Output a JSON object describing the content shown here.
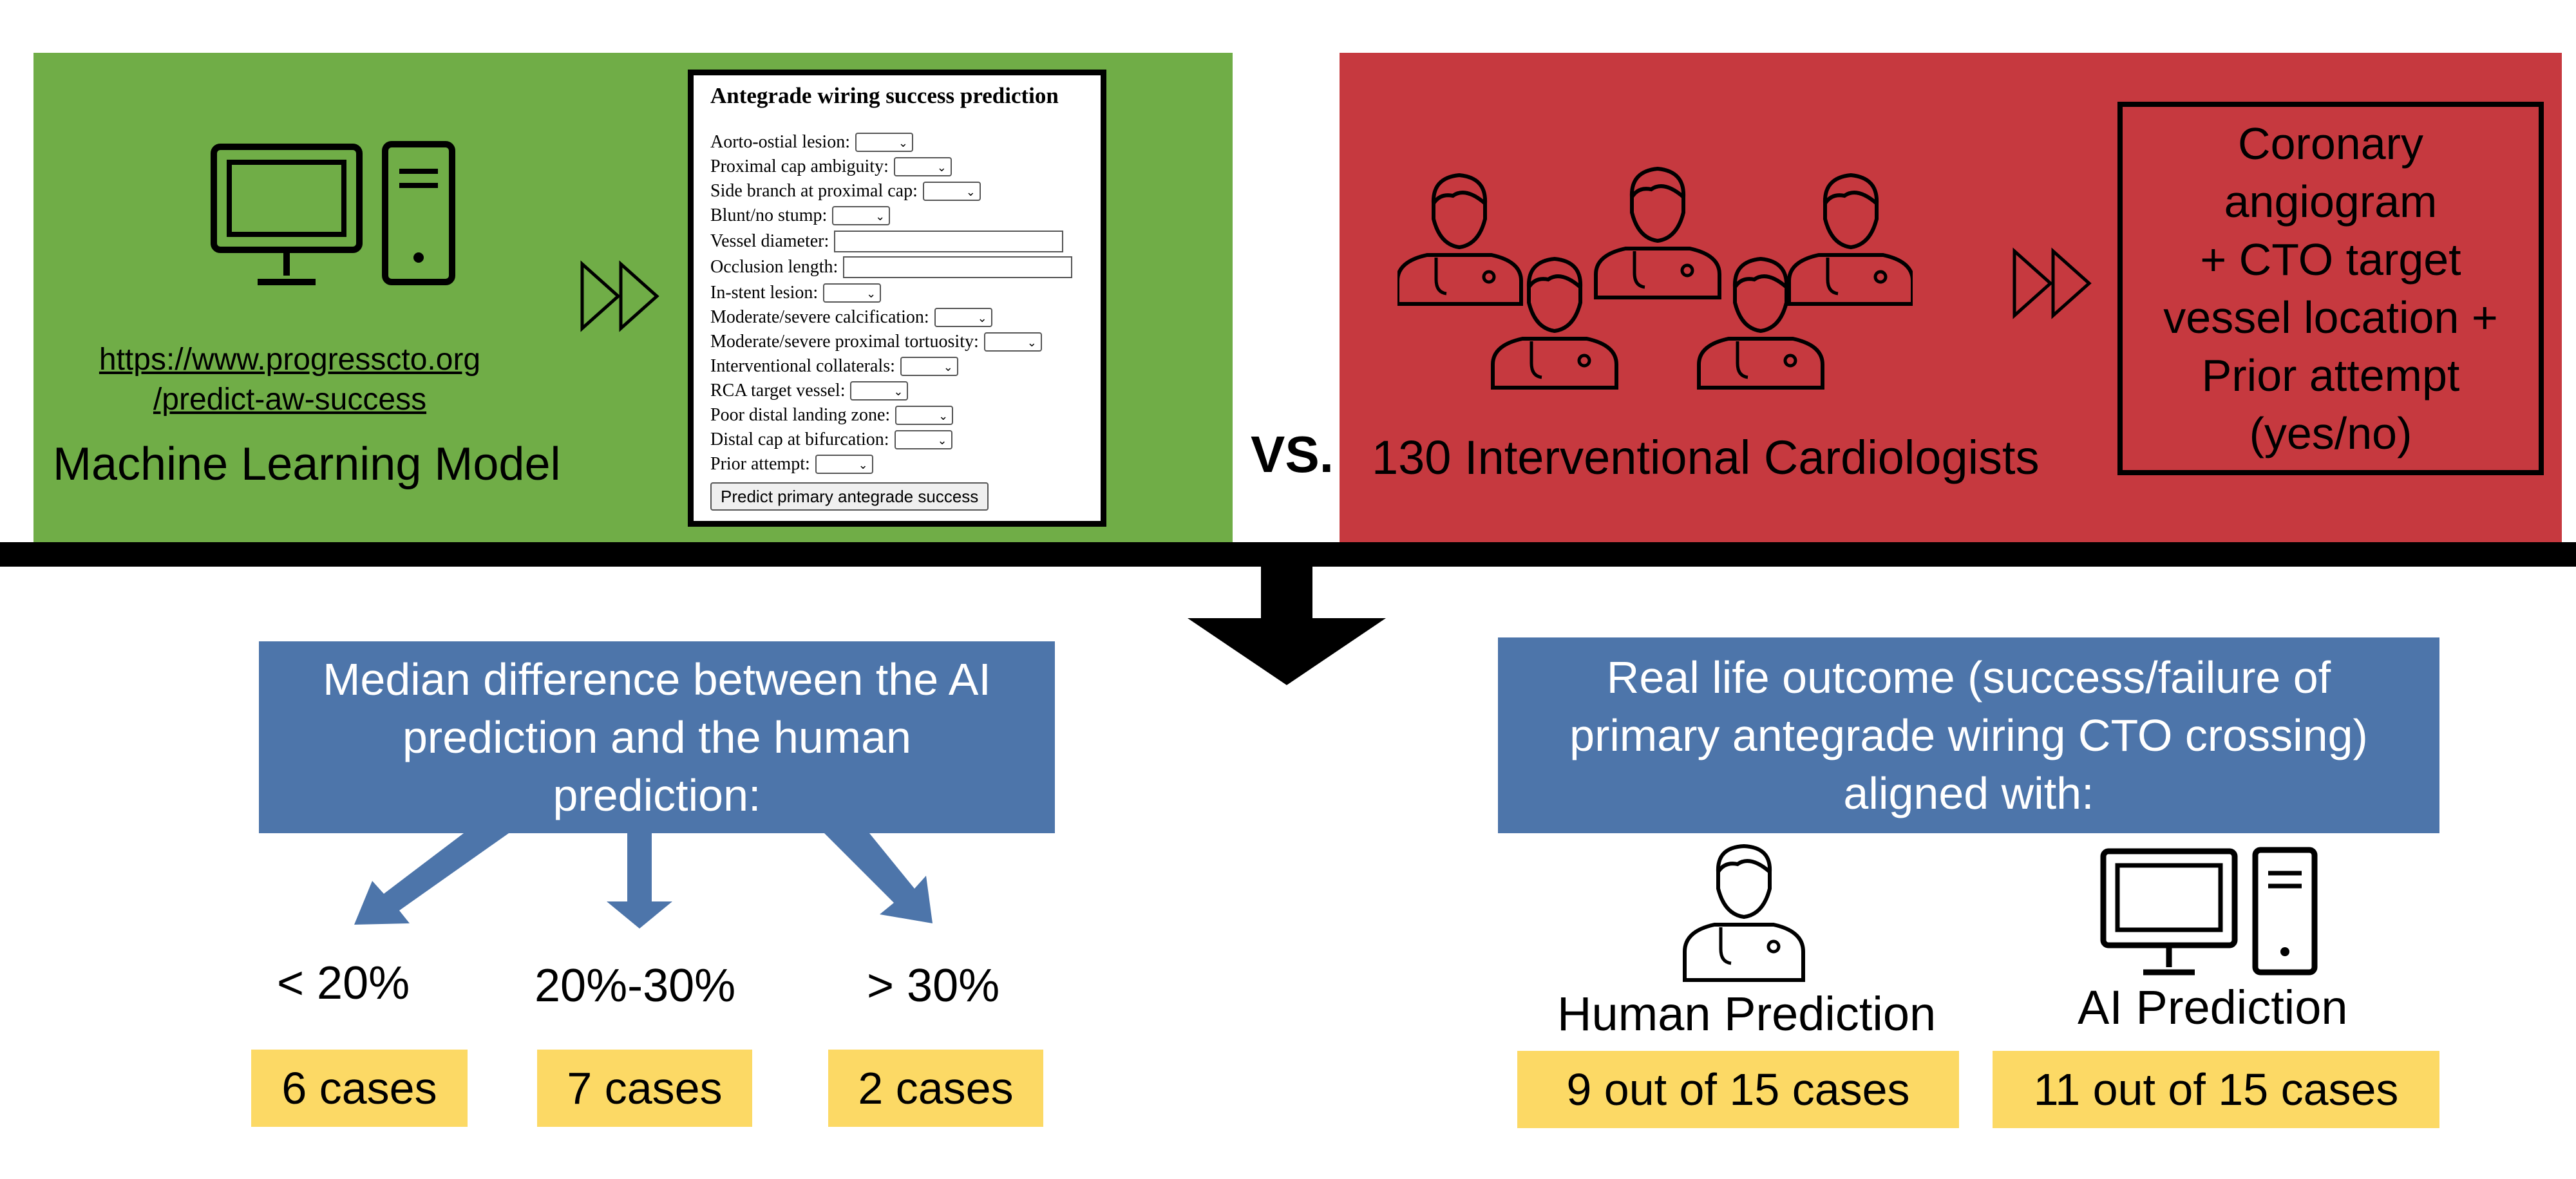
{
  "ml_panel": {
    "url_line1": "https://www.progresscto.org",
    "url_line2": "/predict-aw-success",
    "label": "Machine Learning Model",
    "color": "#70ad47"
  },
  "form": {
    "title": "Antegrade wiring success prediction",
    "fields": [
      {
        "label": "Aorto-ostial lesion:",
        "type": "select"
      },
      {
        "label": "Proximal cap ambiguity:",
        "type": "select"
      },
      {
        "label": "Side branch at proximal cap:",
        "type": "select"
      },
      {
        "label": "Blunt/no stump:",
        "type": "select"
      },
      {
        "label": "Vessel diameter:",
        "type": "text"
      },
      {
        "label": "Occlusion length:",
        "type": "text"
      },
      {
        "label": "In-stent lesion:",
        "type": "select"
      },
      {
        "label": "Moderate/severe calcification:",
        "type": "select"
      },
      {
        "label": "Moderate/severe proximal tortuosity:",
        "type": "select"
      },
      {
        "label": "Interventional collaterals:",
        "type": "select"
      },
      {
        "label": "RCA target vessel:",
        "type": "select"
      },
      {
        "label": "Poor distal landing zone:",
        "type": "select"
      },
      {
        "label": "Distal cap at bifurcation:",
        "type": "select"
      },
      {
        "label": "Prior attempt:",
        "type": "select"
      }
    ],
    "button_label": "Predict primary antegrade success"
  },
  "vs_label": "VS.",
  "cardio_panel": {
    "label": "130 Interventional Cardiologists",
    "box_lines": [
      "Coronary",
      "angiogram",
      "+ CTO target",
      "vessel location +",
      "Prior attempt",
      "(yes/no)"
    ],
    "color": "#c6393f"
  },
  "median_box": {
    "lines": [
      "Median difference between the AI",
      "prediction and the human",
      "prediction:"
    ],
    "color": "#4d75aa"
  },
  "buckets": [
    {
      "range": "< 20%",
      "count": "6 cases"
    },
    {
      "range": "20%-30%",
      "count": "7 cases"
    },
    {
      "range": "> 30%",
      "count": "2 cases"
    }
  ],
  "outcome_box": {
    "lines": [
      "Real life outcome (success/failure of",
      "primary antegrade wiring CTO crossing)",
      "aligned with:"
    ]
  },
  "human_prediction": {
    "label": "Human Prediction",
    "result": "9 out of 15 cases"
  },
  "ai_prediction": {
    "label": "AI Prediction",
    "result": "11 out of 15 cases"
  },
  "highlight_color": "#fcd965"
}
